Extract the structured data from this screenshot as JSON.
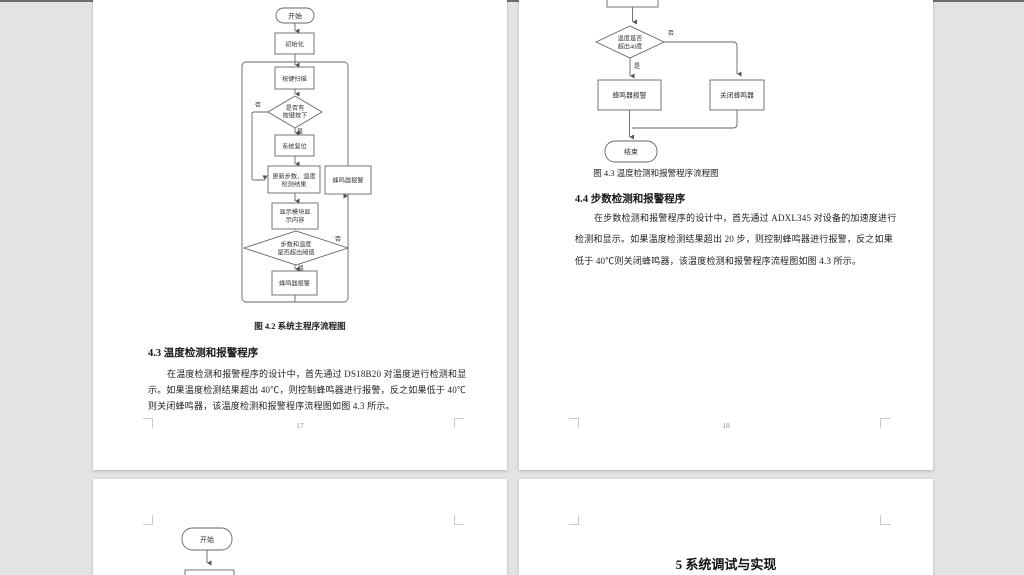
{
  "p17": {
    "num": "17",
    "flow": {
      "start": "开始",
      "init": "初始化",
      "scan": "按键扫描",
      "d1a": "是否有",
      "d1b": "按键按下",
      "no1": "否",
      "yes1": "是",
      "reset": "系统复位",
      "upd1": "更新步数、温度",
      "upd2": "检测结果",
      "buzz_right": "蜂鸣器报警",
      "disp1": "显示模块显",
      "disp2": "示内容",
      "d2a": "步数和温度",
      "d2b": "是否超出阈值",
      "no2": "否",
      "yes2": "是",
      "buzz_bottom": "蜂鸣器报警",
      "caption": "图 4.2 系统主程序流程图"
    },
    "heading": "4.3 温度检测和报警程序",
    "body1": "在温度检测和报警程序的设计中，首先通过 DS18B20 对温度进行检测和显",
    "body2": "示。如果温度检测结果超出 40℃，则控制蜂鸣器进行报警，反之如果低于 40℃",
    "body3": "则关闭蜂鸣器，该温度检测和报警程序流程图如图 4.3 所示。"
  },
  "p18": {
    "num": "18",
    "flow": {
      "d1a": "温度是否",
      "d1b": "超出40度",
      "no": "否",
      "yes": "是",
      "alarm": "蜂鸣器报警",
      "close": "关闭蜂鸣器",
      "end": "结束",
      "caption": "图 4.3  温度检测和报警程序流程图"
    },
    "heading": "4.4 步数检测和报警程序",
    "body1": "在步数检测和报警程序的设计中，首先通过 ADXL345 对设备的加速度进行",
    "body2": "检测和显示。如果温度检测结果超出 20 步，则控制蜂鸣器进行报警，反之如果",
    "body3": "低于 40℃则关闭蜂鸣器，该温度检测和报警程序流程图如图 4.3 所示。"
  },
  "p19": {
    "flow": {
      "start": "开始"
    }
  },
  "p20": {
    "heading": "5 系统调试与实现"
  }
}
